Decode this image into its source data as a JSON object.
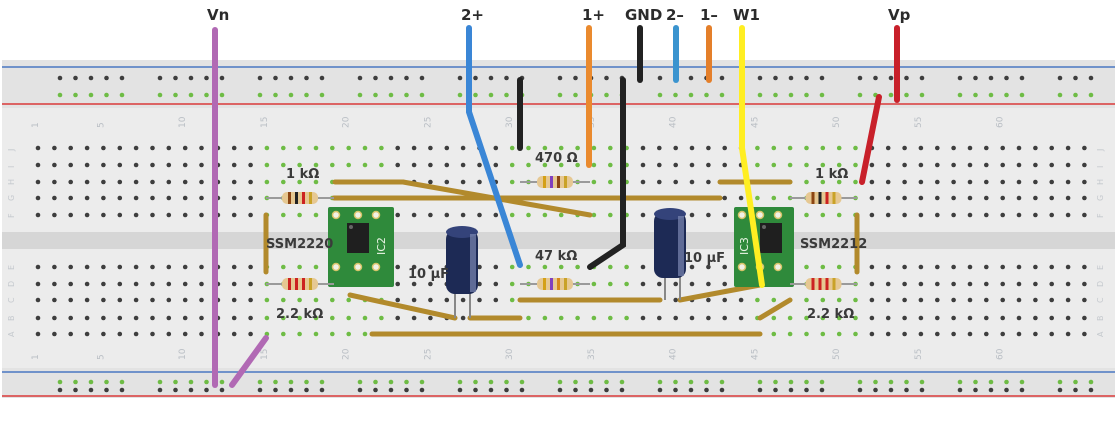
{
  "wires": {
    "vn": {
      "label": "Vn",
      "color": "#b169b4"
    },
    "two_plus": {
      "label": "2+",
      "color": "#3a86d6"
    },
    "one_plus": {
      "label": "1+",
      "color": "#ea8a2e"
    },
    "gnd": {
      "label": "GND",
      "color": "#222222"
    },
    "two_minus": {
      "label": "2–",
      "color": "#3b94cf"
    },
    "one_minus": {
      "label": "1–",
      "color": "#e47f2a"
    },
    "w1": {
      "label": "W1",
      "color": "#ffee22"
    },
    "vp": {
      "label": "Vp",
      "color": "#c8202a"
    }
  },
  "components": {
    "r_top_left": "1 kΩ",
    "r_bottom_left": "2.2 kΩ",
    "r_top_right": "1 kΩ",
    "r_bottom_right": "2.2 kΩ",
    "r_middle_top": "470 Ω",
    "r_middle_bottom": "47 kΩ",
    "cap_left": "10 μF",
    "cap_right": "10 μF",
    "ic_left_name": "SSM2220",
    "ic_right_name": "SSM2212",
    "ic_left_ref": "IC2",
    "ic_right_ref": "IC3"
  },
  "breadboard": {
    "column_numbers": [
      "1",
      "5",
      "10",
      "15",
      "20",
      "25",
      "30",
      "35",
      "40",
      "45",
      "50",
      "55",
      "60"
    ],
    "row_letters_top": [
      "J",
      "I",
      "H",
      "G",
      "F"
    ],
    "row_letters_bottom": [
      "E",
      "D",
      "C",
      "B",
      "A"
    ],
    "colors": {
      "board": "#ececec",
      "rail_red": "#d93b3b",
      "rail_blue": "#4a78c2",
      "hole_green": "#6ebc45",
      "trace": "#b28a2c"
    }
  }
}
